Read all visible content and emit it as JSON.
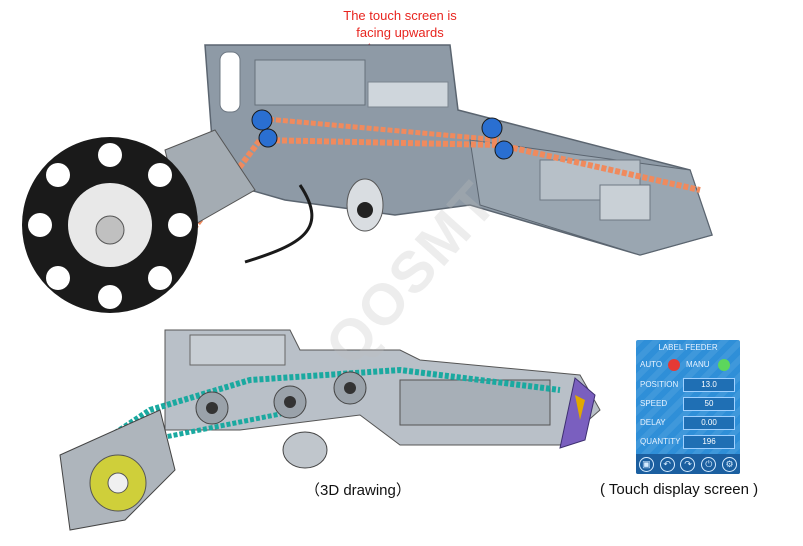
{
  "annotation": {
    "line1": "The touch screen is",
    "line2": "facing upwards"
  },
  "captions": {
    "drawing": "（3D drawing）",
    "touch": "( Touch display screen )"
  },
  "watermark": "QOSMT",
  "panel": {
    "title": "LABEL FEEDER",
    "auto_label": "AUTO",
    "manu_label": "MANU",
    "auto_color": "#e53935",
    "manu_color": "#5cd65c",
    "fields": [
      {
        "label": "POSITION",
        "value": "13.0"
      },
      {
        "label": "SPEED",
        "value": "50"
      },
      {
        "label": "DELAY",
        "value": "0.00"
      },
      {
        "label": "QUANTITY",
        "value": "196"
      }
    ],
    "icons": [
      "image-icon",
      "undo-icon",
      "redo-icon",
      "power-icon",
      "settings-icon"
    ]
  },
  "colors": {
    "annotation": "#e8251f",
    "belt_photo": "#f08a5d",
    "belt_drawing": "#1aa9a0",
    "reel": "#1a1a1a",
    "panel_bg": "#2f8fd8"
  }
}
